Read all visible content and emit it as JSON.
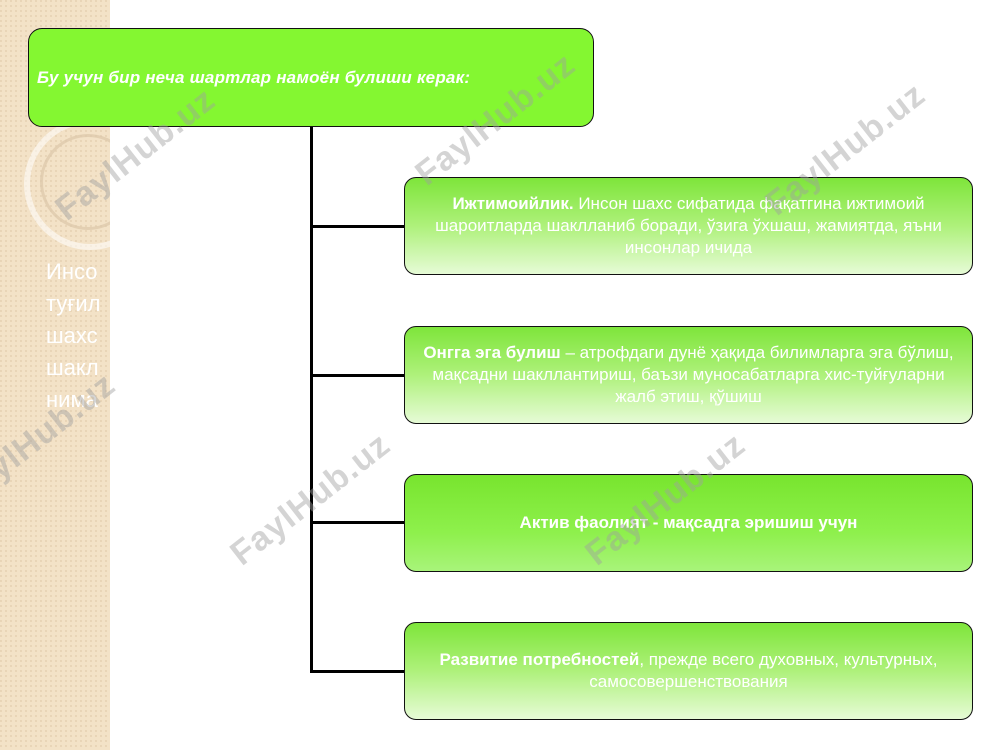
{
  "title_box": {
    "text": "Бу учун бир неча шартлар намоён булиши керак:"
  },
  "side_text": {
    "lines": [
      "Инсо",
      "туғил",
      "шахс",
      "шакл",
      "нима"
    ]
  },
  "items": [
    {
      "bold": "Ижтимоийлик.",
      "rest": " Инсон шахс сифатида фақатгина ижтимоий шароитларда шаклланиб боради, ўзига ўхшаш, жамиятда, яъни инсонлар ичида"
    },
    {
      "bold": "Онгга эга булиш",
      "rest": " – атрофдаги дунё ҳақида билимларга эга бўлиш, мақсадни шакллантириш, баъзи муносабатларга хис-туйғуларни жалб этиш, қўшиш"
    },
    {
      "bold": "Актив фаолият - мақсадга эришиш учун",
      "rest": ""
    },
    {
      "bold": "Развитие потребностей",
      "rest": ", прежде всего духовных, культурных, самосовершенствования"
    }
  ],
  "watermark": "FaylHub.uz",
  "colors": {
    "head_fill": "#84f731",
    "item_fill_top": "#7ee53b",
    "side_panel": "#f3e2c7"
  }
}
